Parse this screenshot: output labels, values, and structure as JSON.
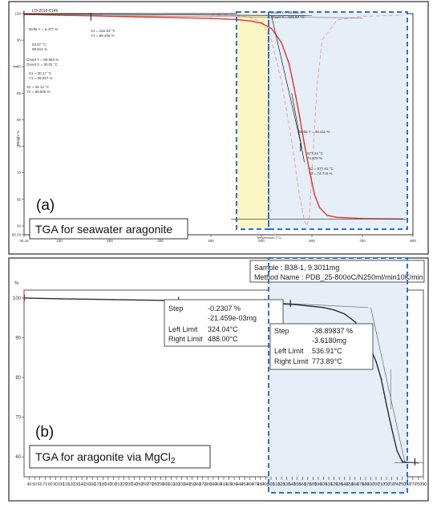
{
  "chart_data": [
    {
      "panel": "(a)",
      "type": "line",
      "caption": "TGA for seawater aragonite",
      "file_id": "LO-2010-0146",
      "xlabel": "Temperature (°C)",
      "ylabel": "Weight %",
      "xlim": [
        30.16,
        800
      ],
      "ylim": [
        58.33,
        100
      ],
      "x_ticks": [
        "30.16",
        "100",
        "200",
        "300",
        "400",
        "500",
        "600",
        "700",
        "800"
      ],
      "y_ticks": [
        "100",
        "95",
        "90",
        "85",
        "80",
        "75",
        "70",
        "65",
        "60",
        "58.33"
      ],
      "annotations": [
        "Delta Y = 0.477 %",
        "53.57 °C",
        "99.812 %",
        "Onset Y = 99.884 %",
        "Onset X = 30.02 °C",
        "X1 = 30.17 °C",
        "Y1 = 99.927 %",
        "X2 = 34.14 °C",
        "Y2 = 99.800 %",
        "X1 = 162.53 °C",
        "Y1 = 99.406 %",
        "Onset Y = 99.616 %",
        "Onset X = 521.67 °C",
        "Delta Y = 38.411 %",
        "577.24 °C",
        "74.978 %",
        "X2 = 577.81 °C",
        "Y2 = 74.719 %"
      ],
      "series": [
        {
          "x": [
            30,
            60,
            100,
            150,
            200,
            250,
            300,
            350,
            400,
            450,
            480,
            500,
            520,
            540,
            555,
            565,
            575,
            585,
            595,
            605,
            615,
            630,
            650,
            700,
            780
          ],
          "y": [
            99.9,
            99.8,
            99.7,
            99.6,
            99.5,
            99.4,
            99.3,
            99.2,
            99.1,
            98.9,
            98.6,
            98.2,
            97.2,
            94.5,
            90.5,
            86.0,
            81.0,
            75.5,
            70.5,
            66.0,
            63.5,
            62.0,
            61.6,
            61.4,
            61.3
          ]
        },
        {
          "style": "dashed",
          "x": [
            400,
            450,
            480,
            500,
            520,
            540,
            560,
            575,
            585,
            590,
            595,
            600,
            610,
            620,
            650,
            700,
            780
          ],
          "y": [
            99.9,
            99.7,
            99.2,
            98.5,
            95.0,
            87.0,
            76.0,
            66.0,
            61.0,
            60.0,
            61.5,
            70.0,
            86.0,
            95.0,
            98.8,
            99.5,
            99.7
          ]
        }
      ]
    },
    {
      "panel": "(b)",
      "type": "line",
      "caption": "TGA for aragonite via MgCl",
      "caption_sub": "2",
      "ylabel": "%",
      "xlim": [
        30,
        790
      ],
      "ylim": [
        55,
        102
      ],
      "x_ticks": [
        "40",
        "50",
        "60",
        "70",
        "80",
        "90",
        "100",
        "110",
        "120",
        "130",
        "140",
        "150",
        "160",
        "170",
        "180",
        "190",
        "200",
        "210",
        "220",
        "230",
        "240",
        "250",
        "260",
        "270",
        "280",
        "290",
        "300",
        "310",
        "320",
        "330",
        "340",
        "350",
        "360",
        "370",
        "380",
        "390",
        "400",
        "410",
        "420",
        "430",
        "440",
        "450",
        "460",
        "470",
        "480",
        "490",
        "500",
        "510",
        "520",
        "530",
        "540",
        "550",
        "560",
        "570",
        "580",
        "590",
        "600",
        "610",
        "620",
        "630",
        "640",
        "650",
        "660",
        "670",
        "680",
        "690",
        "700",
        "710",
        "720",
        "730",
        "740",
        "750",
        "760",
        "770",
        "780",
        "790"
      ],
      "y_ticks": [
        "100",
        "90",
        "80",
        "70",
        "60"
      ],
      "info": {
        "sample": "Sample : B38-1, 9.3011mg",
        "method": "Method Name : PDB_25-800oC/N250ml/min10K/min"
      },
      "step_boxes": [
        {
          "step_label": "Step",
          "step_pct": "-0.2307 %",
          "step_mg": "-21.459e-03mg",
          "left_label": "Left Limit",
          "left_value": "324.04°C",
          "right_label": "Right Limit",
          "right_value": "488.00°C"
        },
        {
          "step_label": "Step",
          "step_pct": "-38.89837 %",
          "step_mg": "-3.6180mg",
          "left_label": "Left Limit",
          "left_value": "536.91°C",
          "right_label": "Right Limit",
          "right_value": "773.89°C"
        }
      ],
      "series": [
        {
          "x": [
            30,
            100,
            200,
            300,
            400,
            450,
            500,
            550,
            600,
            620,
            640,
            660,
            680,
            700,
            710,
            720,
            730,
            740,
            750,
            760,
            780
          ],
          "y": [
            100.0,
            99.8,
            99.6,
            99.4,
            99.2,
            99.0,
            98.7,
            98.3,
            97.6,
            97.0,
            96.0,
            94.0,
            90.5,
            84.0,
            79.5,
            73.0,
            67.0,
            61.5,
            58.8,
            58.6,
            58.5
          ]
        }
      ]
    }
  ],
  "colors": {
    "curve_a": "#e8302a",
    "dashed_a": "#f0a0a8",
    "curve_b": "#2a2a2a",
    "highlight_yellow": "#fdf7c6",
    "highlight_blue": "#e6eff8",
    "dash_box": "#2b6fd6"
  }
}
